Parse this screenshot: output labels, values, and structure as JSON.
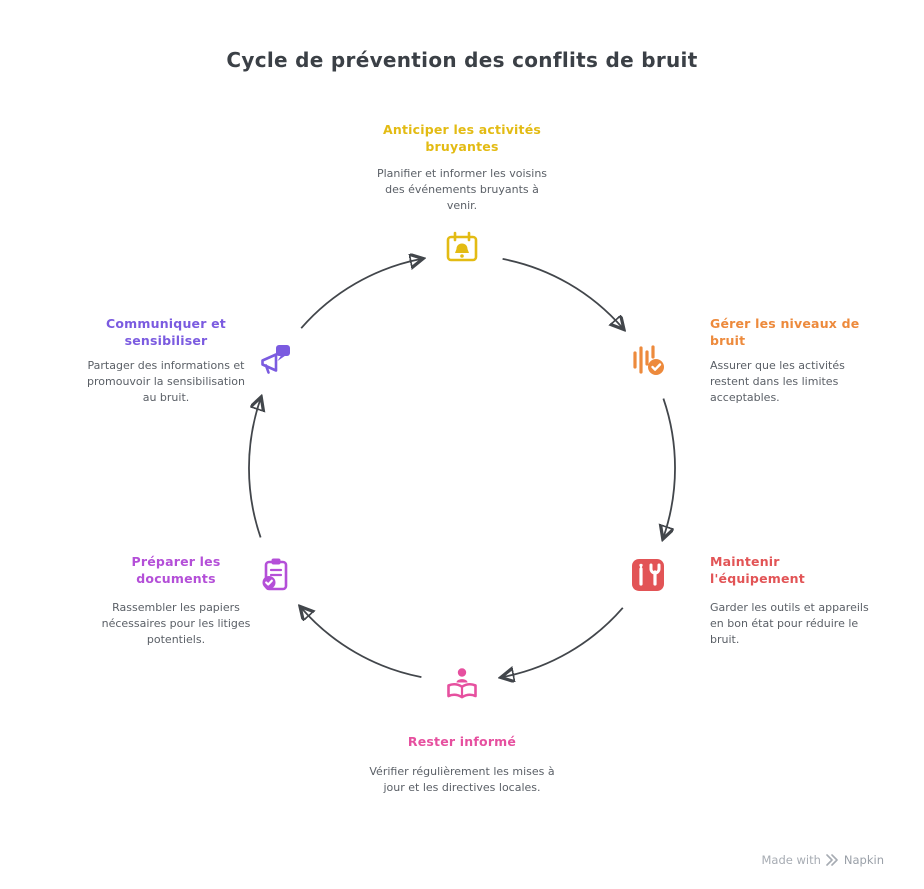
{
  "title": "Cycle de prévention des conflits de bruit",
  "colors": {
    "arrow": "#42464b",
    "body_text": "#5a5f66",
    "title_text": "#3b4046"
  },
  "nodes": [
    {
      "id": "anticiper",
      "heading": "Anticiper les activités bruyantes",
      "body": "Planifier et informer les voisins des événements bruyants à venir.",
      "color": "#e3bb13",
      "icon": "calendar-alert-icon"
    },
    {
      "id": "gerer",
      "heading": "Gérer les niveaux de bruit",
      "body": "Assurer que les activités restent dans les limites acceptables.",
      "color": "#ed8a3c",
      "icon": "sound-levels-check-icon"
    },
    {
      "id": "maintenir",
      "heading": "Maintenir l'équipement",
      "body": "Garder les outils et appareils en bon état pour réduire le bruit.",
      "color": "#e25456",
      "icon": "tools-icon"
    },
    {
      "id": "rester",
      "heading": "Rester informé",
      "body": "Vérifier régulièrement les mises à jour et les directives locales.",
      "color": "#e6509f",
      "icon": "reader-book-icon"
    },
    {
      "id": "preparer",
      "heading": "Préparer les documents",
      "body": "Rassembler les papiers nécessaires pour les litiges potentiels.",
      "color": "#b44fd8",
      "icon": "clipboard-check-icon"
    },
    {
      "id": "communiquer",
      "heading": "Communiquer et sensibiliser",
      "body": "Partager des informations et promouvoir la sensibilisation au bruit.",
      "color": "#7b5be0",
      "icon": "megaphone-bubble-icon"
    }
  ],
  "watermark": {
    "made_with": "Made with",
    "brand": "Napkin"
  }
}
